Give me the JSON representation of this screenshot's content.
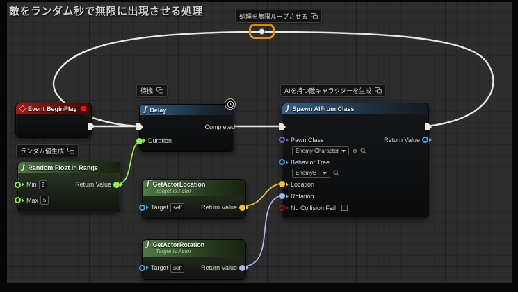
{
  "title": "敵をランダム秒で無限に出現させる処理",
  "comments": {
    "loop": "処理を無限ループさせる",
    "wait": "待機",
    "random_gen": "ランダム値生成",
    "spawn_ai": "AIを持つ敵キャラクターを生成"
  },
  "icons": {
    "fn": "ƒ"
  },
  "nodes": {
    "begin_play": {
      "title": "Event BeginPlay"
    },
    "delay": {
      "title": "Delay",
      "completed_label": "Completed",
      "duration_label": "Duration"
    },
    "random_float": {
      "title": "Random Float in Range",
      "min_label": "Min",
      "min_value": "2",
      "max_label": "Max",
      "max_value": "5",
      "return_label": "Return Value"
    },
    "get_actor_location": {
      "title": "GetActorLocation",
      "subtitle": "Target is Actor",
      "target_label": "Target",
      "target_value": "self",
      "return_label": "Return Value"
    },
    "get_actor_rotation": {
      "title": "GetActorRotation",
      "subtitle": "Target is Actor",
      "target_label": "Target",
      "target_value": "self",
      "return_label": "Return Value"
    },
    "spawn_ai": {
      "title": "Spawn AIFrom Class",
      "pawn_class_label": "Pawn Class",
      "pawn_class_value": "Enemy Character",
      "behavior_tree_label": "Behavior Tree",
      "behavior_tree_value": "EnemyBT",
      "location_label": "Location",
      "rotation_label": "Rotation",
      "no_collision_label": "No Collision Fail",
      "return_label": "Return Value"
    }
  },
  "colors": {
    "exec_wire": "#e6e6e6",
    "float_pin": "#8ef04a",
    "vector_pin": "#f6c32e",
    "rotator_pin": "#a8b6f0",
    "object_pin": "#35aef5",
    "class_pin": "#9059d8",
    "bool_pin": "#a00f0f",
    "selection_highlight": "#e8940a"
  }
}
